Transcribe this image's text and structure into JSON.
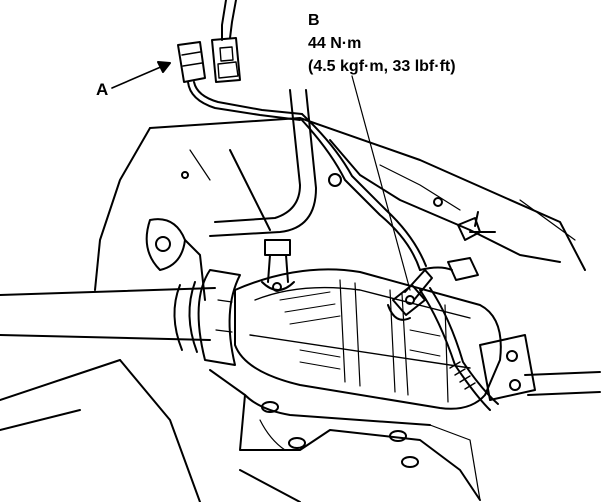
{
  "callouts": {
    "a": {
      "letter": "A"
    },
    "b": {
      "letter": "B",
      "torque_primary": "44 N·m",
      "torque_alt": "(4.5 kgf·m, 33 lbf·ft)"
    }
  },
  "colors": {
    "ink": "#000000",
    "paper": "#ffffff"
  }
}
